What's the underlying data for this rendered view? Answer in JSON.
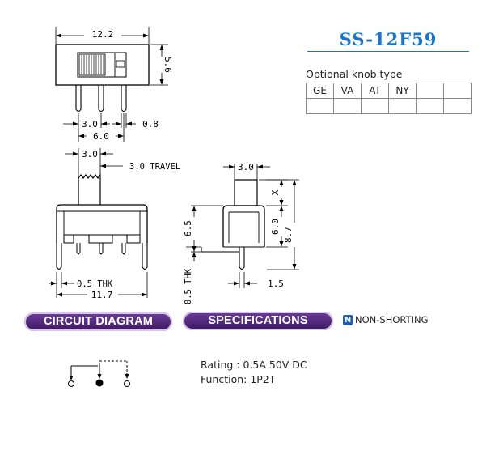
{
  "model": "SS-12F59",
  "colors": {
    "accent": "#1976c8",
    "banner": "#4a2470",
    "non_shorting_badge": "#1f5fb0"
  },
  "optional_knob": {
    "title": "Optional knob type",
    "cells": [
      "GE",
      "VA",
      "AT",
      "NY",
      "",
      ""
    ]
  },
  "dimensions": {
    "top_width": "12.2",
    "top_height": "5.6",
    "pin_spacing": "3.0",
    "pin_width": "0.8",
    "pin_span": "6.0",
    "knob_width": "3.0",
    "travel": "3.0 TRAVEL",
    "thickness_front": "0.5 THK",
    "body_width": "11.7",
    "side_knob": "3.0",
    "side_x": "X",
    "side_6_5": "6.5",
    "side_6_0": "6.0",
    "side_8_7": "8.7",
    "thickness_side": "0.5 THK",
    "side_1_5": "1.5"
  },
  "banners": {
    "circuit": "CIRCUIT DIAGRAM",
    "specs": "SPECIFICATIONS",
    "non_shorting_icon": "N",
    "non_shorting": "NON-SHORTING"
  },
  "specifications": {
    "rating": "Rating : 0.5A 50V DC",
    "function": "Function: 1P2T"
  },
  "icons": [
    "n-badge-icon"
  ]
}
